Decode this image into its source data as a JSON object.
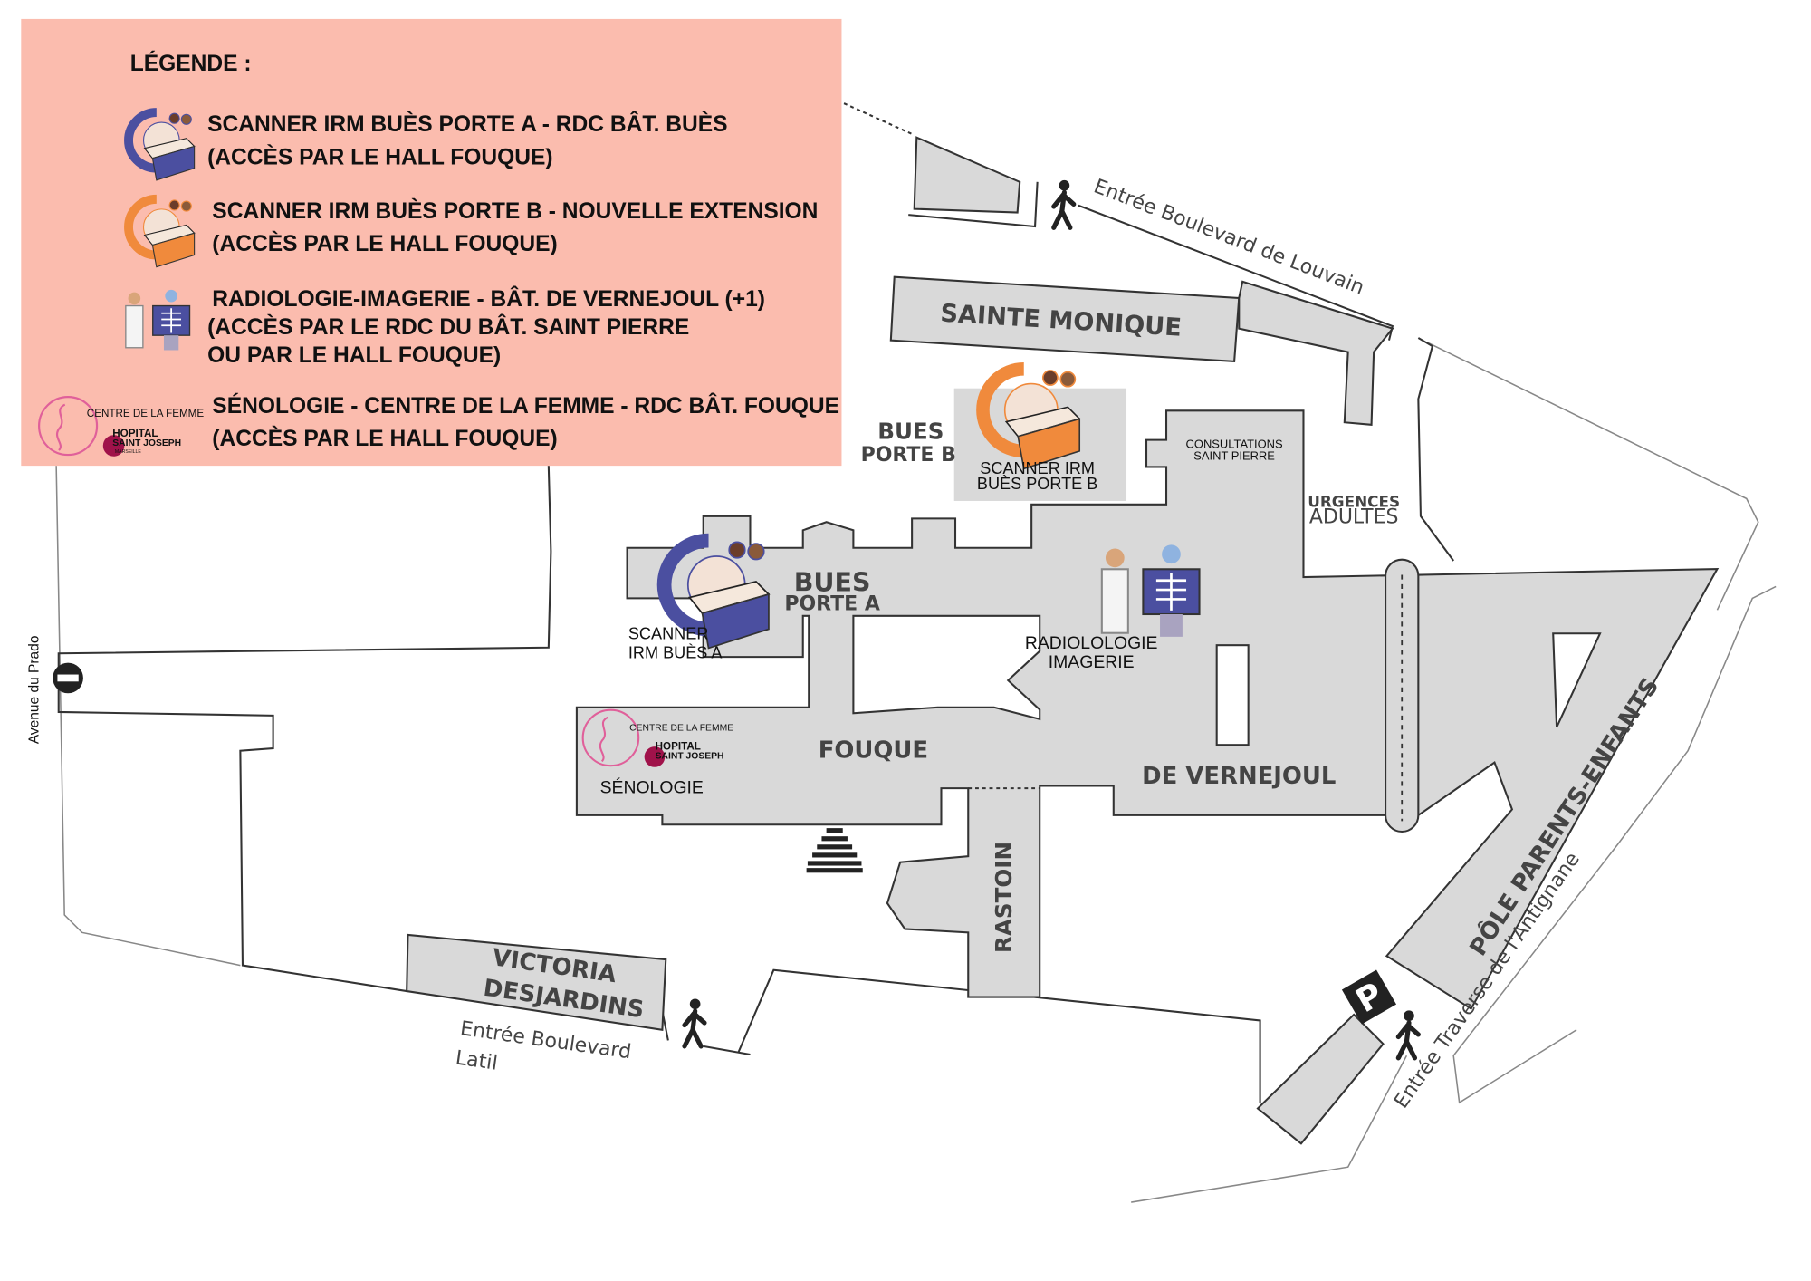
{
  "legend": {
    "title": "LÉGENDE :",
    "items": [
      {
        "icon": "mri-scanner-blue-icon",
        "line1": "SCANNER IRM BUÈS PORTE A - RDC BÂT. BUÈS",
        "line2": "(ACCÈS PAR LE HALL FOUQUE)"
      },
      {
        "icon": "mri-scanner-orange-icon",
        "line1": "SCANNER IRM BUÈS PORTE B -  NOUVELLE EXTENSION",
        "line2": "(ACCÈS PAR LE HALL FOUQUE)"
      },
      {
        "icon": "radiology-xray-icon",
        "line1": "RADIOLOGIE-IMAGERIE - BÂT. DE VERNEJOUL (+1)",
        "line2": "(ACCÈS PAR LE RDC DU BÂT. SAINT PIERRE",
        "line3": "OU PAR LE HALL FOUQUE)"
      },
      {
        "icon": "centre-de-la-femme-logo",
        "line1": "SÉNOLOGIE - CENTRE DE LA FEMME - RDC BÂT. FOUQUE",
        "line2": "(ACCÈS PAR LE HALL FOUQUE)"
      }
    ]
  },
  "logo": {
    "line1": "CENTRE DE LA FEMME",
    "line2": "HOPITAL",
    "line3": "SAINT JOSEPH",
    "line4": "MARSEILLE"
  },
  "buildings": {
    "sainte_monique": "SAINTE MONIQUE",
    "bues_b_1": "BUES",
    "bues_b_2": "PORTE B",
    "bues_a_1": "BUES",
    "bues_a_2": "PORTE A",
    "fouque": "FOUQUE",
    "de_vernejoul": "DE VERNEJOUL",
    "rastoin": "RASTOIN",
    "victoria_1": "VICTORIA",
    "victoria_2": "DESJARDINS",
    "pole": "PÔLE PARENTS-ENFANTS",
    "consult_1": "CONSULTATIONS",
    "consult_2": "SAINT PIERRE",
    "urgences_1": "URGENCES",
    "urgences_2": "ADULTES"
  },
  "services": {
    "scanner_b_1": "SCANNER IRM",
    "scanner_b_2": "BUÈS PORTE B",
    "scanner_a_1": "SCANNER",
    "scanner_a_2": "IRM BUÈS A",
    "radio_1": "RADIOLOLOGIE",
    "radio_2": "IMAGERIE",
    "senologie": "SÉNOLOGIE"
  },
  "streets": {
    "louvain": "Entrée Boulevard de Louvain",
    "latil_1": "Entrée Boulevard",
    "latil_2": "Latil",
    "antignane": "Entrée Traverse de l'Antignane",
    "prado": "Avenue du Prado"
  },
  "parking": "P",
  "colors": {
    "legend_bg": "#fbbcae",
    "building": "#d9d9d9",
    "blue": "#4b4fa0",
    "orange": "#f08a3c",
    "pink": "#e0609a"
  }
}
